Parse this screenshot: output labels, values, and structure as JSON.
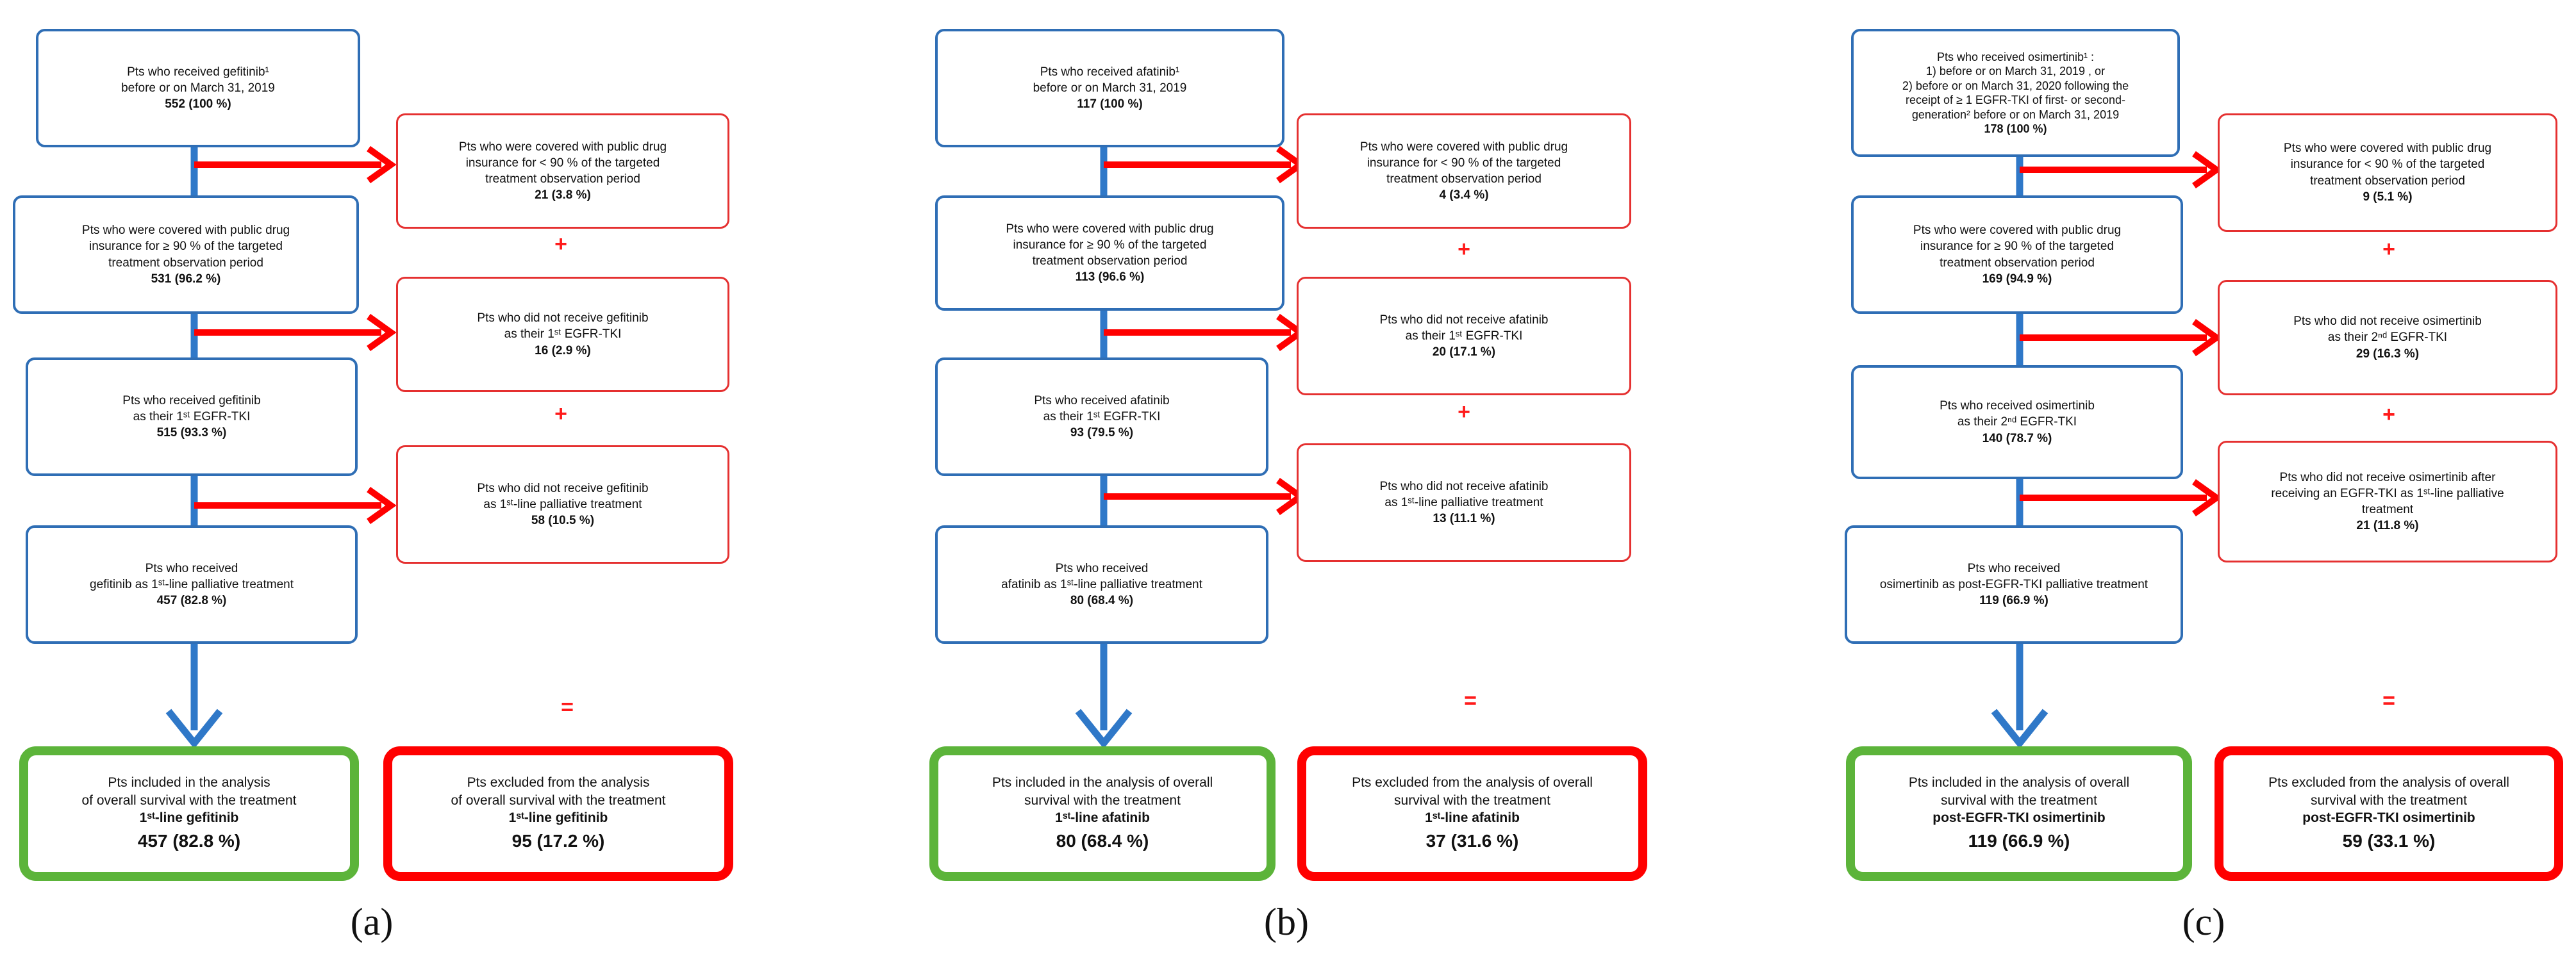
{
  "panels": [
    {
      "caption": "(a)",
      "start": {
        "text": "Pts who received gefitinib¹\nbefore or on  March 31, 2019",
        "value": "552 (100 %)"
      },
      "blue": [
        {
          "text": "Pts who were covered with public drug\ninsurance for ≥ 90 % of the targeted\ntreatment observation period",
          "value": "531 (96.2 %)"
        },
        {
          "text": "Pts who received gefitinib\nas their 1ˢᵗ EGFR-TKI",
          "value": "515 (93.3 %)"
        },
        {
          "text": "Pts who received\ngefitinib as 1ˢᵗ-line palliative treatment",
          "value": "457 (82.8 %)"
        }
      ],
      "red": [
        {
          "text": "Pts who were covered with public drug\ninsurance for < 90 % of the targeted\ntreatment observation period",
          "value": "21 (3.8 %)"
        },
        {
          "text": "Pts who did not receive gefitinib\nas their 1ˢᵗ EGFR-TKI",
          "value": "16 (2.9 %)"
        },
        {
          "text": "Pts who did not receive gefitinib\nas 1ˢᵗ-line palliative treatment",
          "value": "58 (10.5 %)"
        }
      ],
      "plus": "+",
      "equals": "=",
      "included": {
        "text": "Pts included in the analysis\nof overall survival with the treatment",
        "drug": "1ˢᵗ-line gefitinib",
        "value": "457 (82.8 %)"
      },
      "excluded": {
        "text": "Pts excluded from the analysis\nof overall survival with the treatment",
        "drug": "1ˢᵗ-line gefitinib",
        "value": "95 (17.2 %)"
      }
    },
    {
      "caption": "(b)",
      "start": {
        "text": "Pts who received afatinib¹\nbefore or on March 31, 2019",
        "value": "117 (100 %)"
      },
      "blue": [
        {
          "text": "Pts who were covered with public drug\ninsurance for ≥ 90 % of the targeted\ntreatment observation period",
          "value": "113 (96.6 %)"
        },
        {
          "text": "Pts who received afatinib\nas their 1ˢᵗ EGFR-TKI",
          "value": "93 (79.5 %)"
        },
        {
          "text": "Pts who received\nafatinib as 1ˢᵗ-line palliative treatment",
          "value": "80 (68.4 %)"
        }
      ],
      "red": [
        {
          "text": "Pts who were covered with public drug\ninsurance for < 90 % of the targeted\ntreatment observation period",
          "value": "4 (3.4 %)"
        },
        {
          "text": "Pts who did not receive afatinib\nas their 1ˢᵗ EGFR-TKI",
          "value": "20 (17.1 %)"
        },
        {
          "text": "Pts who did not receive afatinib\nas 1ˢᵗ-line palliative treatment",
          "value": "13 (11.1 %)"
        }
      ],
      "plus": "+",
      "equals": "=",
      "included": {
        "text": "Pts included in the analysis of overall\nsurvival with the treatment",
        "drug": "1ˢᵗ-line afatinib",
        "value": "80 (68.4 %)"
      },
      "excluded": {
        "text": "Pts excluded from the analysis of overall\nsurvival with the treatment",
        "drug": "1ˢᵗ-line afatinib",
        "value": "37 (31.6 %)"
      }
    },
    {
      "caption": "(c)",
      "start": {
        "text": "Pts who received osimertinib¹ :\n1) before or on March 31, 2019 ,  or\n2) before or on March 31, 2020 following the\nreceipt of  ≥ 1 EGFR-TKI of first- or second-\ngeneration²  before or on March 31, 2019",
        "value": "178 (100 %)"
      },
      "blue": [
        {
          "text": "Pts who were covered with public drug\ninsurance for ≥ 90 % of the targeted\ntreatment observation period",
          "value": "169 (94.9 %)"
        },
        {
          "text": "Pts who received osimertinib\nas their 2ⁿᵈ EGFR-TKI",
          "value": "140 (78.7 %)"
        },
        {
          "text": "Pts who received\nosimertinib as post-EGFR-TKI palliative treatment",
          "value": "119 (66.9 %)"
        }
      ],
      "red": [
        {
          "text": "Pts who were covered with public drug\ninsurance for < 90 % of the targeted\ntreatment observation period",
          "value": "9 (5.1 %)"
        },
        {
          "text": "Pts who did not receive osimertinib\nas their 2ⁿᵈ EGFR-TKI",
          "value": "29 (16.3 %)"
        },
        {
          "text": "Pts who did not receive osimertinib after\nreceiving an EGFR-TKI as 1ˢᵗ-line palliative\ntreatment",
          "value": "21 (11.8 %)"
        }
      ],
      "plus": "+",
      "equals": "=",
      "included": {
        "text": "Pts included in the analysis of overall\nsurvival with the treatment",
        "drug": "post-EGFR-TKI osimertinib",
        "value": "119 (66.9 %)"
      },
      "excluded": {
        "text": "Pts excluded from the analysis of overall\nsurvival with the treatment",
        "drug": "post-EGFR-TKI osimertinib",
        "value": "59 (33.1 %)"
      }
    }
  ],
  "colors": {
    "blue": "#2f6eb5",
    "arrow_blue": "#2f78c8",
    "red": "#e53030",
    "green": "#5cb43a",
    "bright_red": "#ff0000"
  }
}
